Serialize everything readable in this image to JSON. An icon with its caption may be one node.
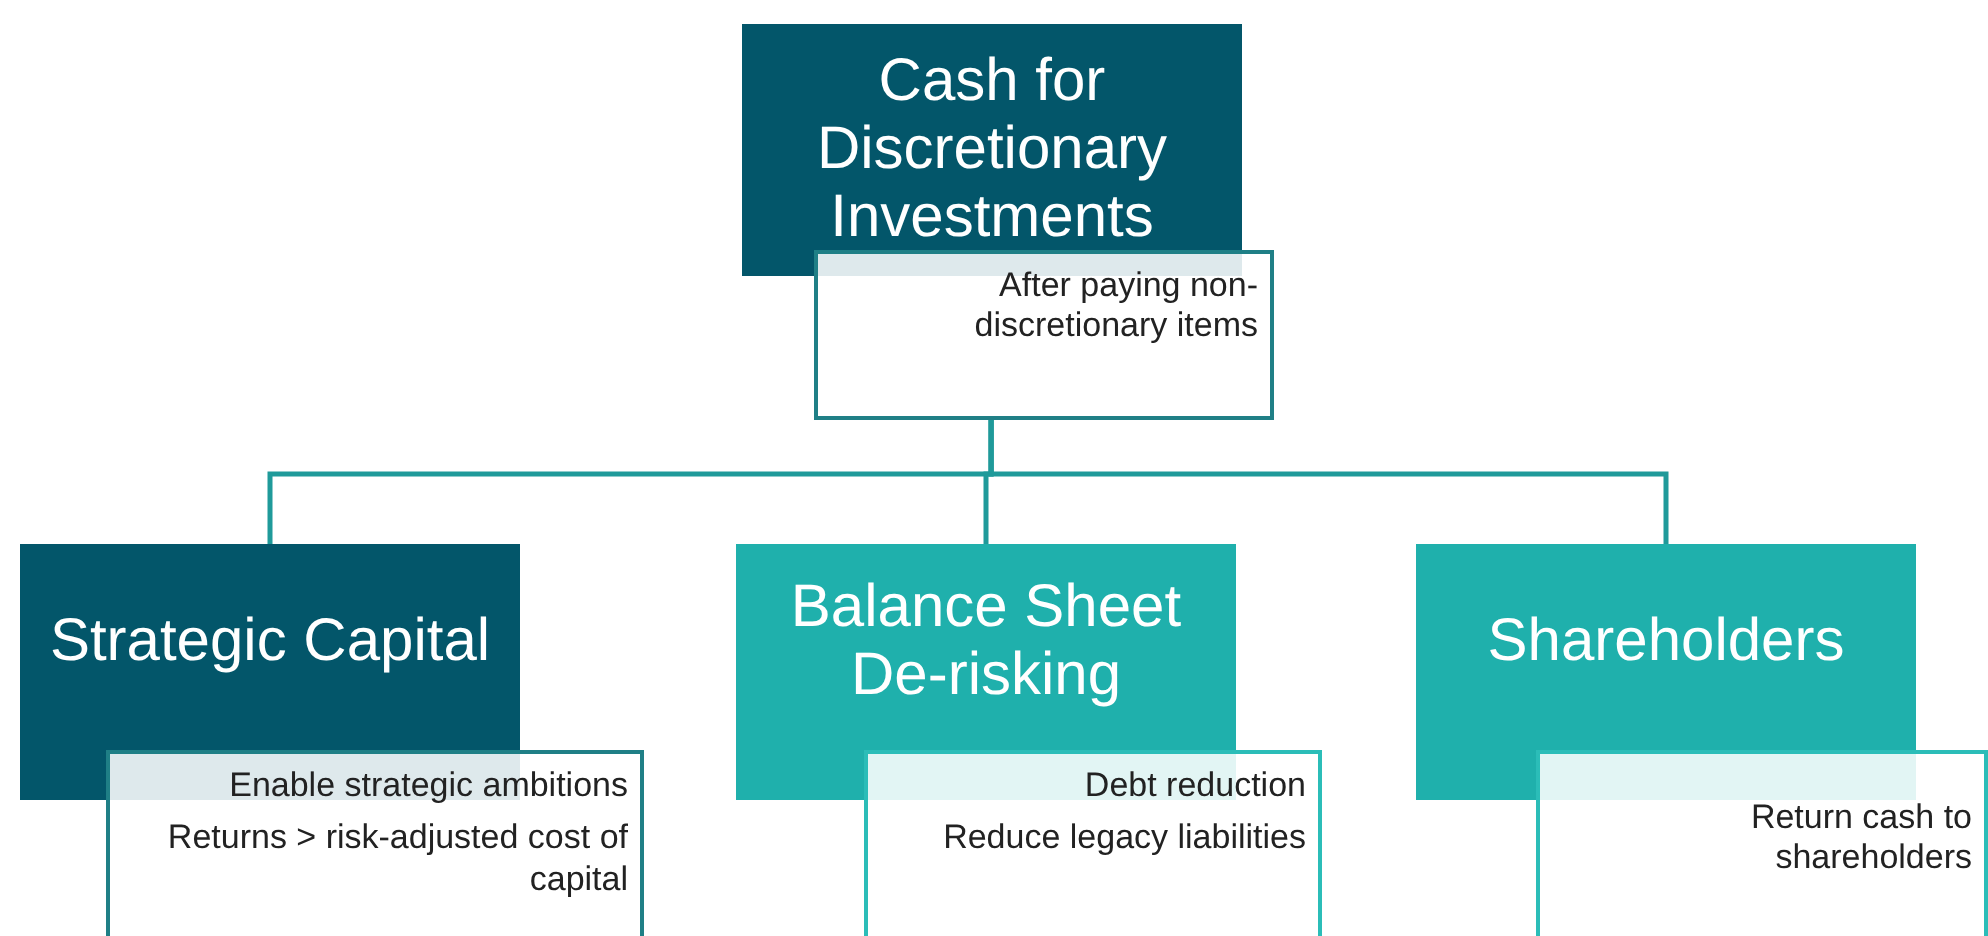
{
  "diagram": {
    "nodes": [
      {
        "text": [
          "Cash for Discretionary Investments"
        ]
      },
      {
        "text": [
          "After paying non-discretionary items"
        ]
      },
      {
        "text": [
          "Strategic Capital"
        ]
      },
      {
        "text": [
          "Enable strategic ambitions",
          "Returns > risk-adjusted cost of capital"
        ]
      },
      {
        "text": [
          "Balance Sheet De-risking"
        ]
      },
      {
        "text": [
          "Debt reduction",
          "Reduce legacy liabilities"
        ]
      },
      {
        "text": [
          "Shareholders"
        ]
      },
      {
        "text": [
          "Return cash to shareholders"
        ]
      }
    ],
    "edges": [
      {
        "from": 1,
        "to": 2,
        "arrow": "none"
      },
      {
        "from": 1,
        "to": 4,
        "arrow": "none"
      },
      {
        "from": 1,
        "to": 6,
        "arrow": "none"
      }
    ]
  }
}
